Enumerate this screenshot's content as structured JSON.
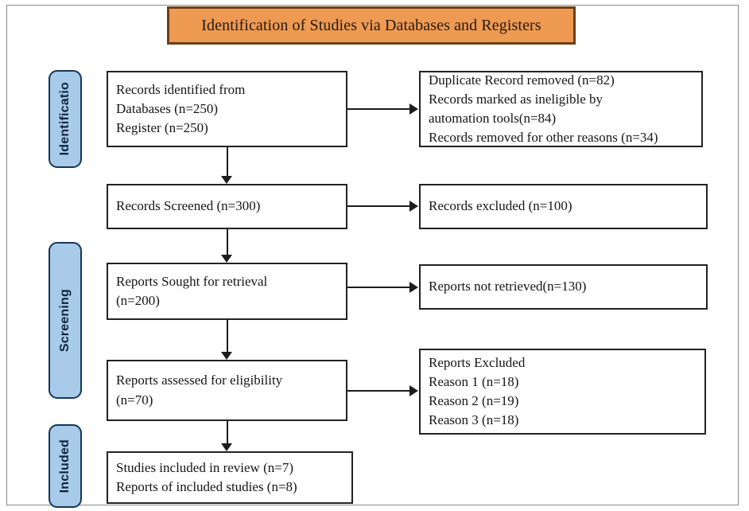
{
  "title": {
    "text": "Identification of Studies via Databases and Registers",
    "fill_color": "#EE9A52",
    "border_color": "#6B3F15"
  },
  "stages": [
    {
      "id": "identification",
      "label": "Identificatio"
    },
    {
      "id": "screening",
      "label": "Screening"
    },
    {
      "id": "included",
      "label": "Included"
    }
  ],
  "stage_style": {
    "fill_color": "#A8CBEA",
    "border_color": "#16365C"
  },
  "boxes": {
    "identified": {
      "lines": [
        "Records identified from",
        "Databases (n=250)",
        "Register (n=250)"
      ]
    },
    "removed": {
      "lines": [
        "Duplicate Record removed (n=82)",
        "Records marked as ineligible by",
        "automation tools(n=84)",
        "Records removed for other reasons (n=34)"
      ]
    },
    "screened": {
      "lines": [
        "Records Screened (n=300)"
      ]
    },
    "excluded": {
      "lines": [
        "Records excluded (n=100)"
      ]
    },
    "sought": {
      "lines": [
        "Reports Sought for retrieval",
        "(n=200)"
      ]
    },
    "not_retrieved": {
      "lines": [
        "Reports not retrieved(n=130)"
      ]
    },
    "assessed": {
      "lines": [
        "Reports assessed for eligibility",
        "(n=70)"
      ]
    },
    "reports_excluded": {
      "lines": [
        "Reports Excluded",
        "Reason 1 (n=18)",
        "Reason 2 (n=19)",
        "Reason 3 (n=18)"
      ]
    },
    "included": {
      "lines": [
        "Studies included in review (n=7)",
        "Reports of included studies (n=8)"
      ]
    }
  }
}
